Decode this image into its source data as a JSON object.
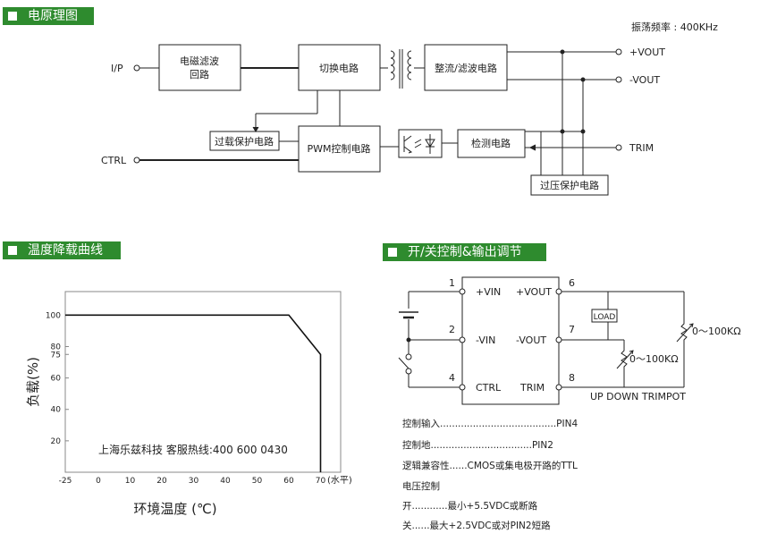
{
  "headers": {
    "schematic": "电原理图",
    "derating": "温度降载曲线",
    "control": "开/关控制&输出调节"
  },
  "schematic": {
    "freq": "振荡频率 : 400KHz",
    "ip": "I/P",
    "emi1": "电磁滤波",
    "emi2": "回路",
    "switch": "切换电路",
    "rectify": "整流/滤波电路",
    "vout_pos": "+VOUT",
    "vout_neg": "-VOUT",
    "trim": "TRIM",
    "overload": "过载保护电路",
    "pwm": "PWM控制电路",
    "detect": "检测电路",
    "ctrl": "CTRL",
    "ovp": "过压保护电路"
  },
  "chart_data": {
    "type": "line",
    "title": "",
    "xlabel": "环境温度 (℃)",
    "x_unit": "(水平)",
    "ylabel": "负载(%)",
    "x_ticks": [
      "-25",
      "0",
      "10",
      "20",
      "30",
      "40",
      "50",
      "60",
      "70"
    ],
    "y_ticks": [
      "20",
      "40",
      "60",
      "75",
      "80",
      "100"
    ],
    "xlim": [
      -25,
      75
    ],
    "ylim": [
      0,
      115
    ],
    "series": [
      {
        "x": [
          -25,
          60,
          70,
          70
        ],
        "y": [
          100,
          100,
          75,
          0
        ]
      }
    ],
    "annotation": "上海乐兹科技 客服热线:400 600 0430"
  },
  "control": {
    "pin1": "1",
    "pin2": "2",
    "pin4": "4",
    "pin6": "6",
    "pin7": "7",
    "pin8": "8",
    "vin_pos": "+VIN",
    "vin_neg": "-VIN",
    "ctrl": "CTRL",
    "vout_pos": "+VOUT",
    "vout_neg": "-VOUT",
    "trim": "TRIM",
    "load": "LOAD",
    "r1": "0～100KΩ",
    "r2": "0～100KΩ",
    "trimpot": "UP DOWN TRIMPOT",
    "lines": [
      "控制输入.......................................PIN4",
      "控制地..................................PIN2",
      "逻辑兼容性......CMOS或集电极开路的TTL",
      "电压控制",
      "开............最小+5.5VDC或断路",
      "关......最大+2.5VDC或对PIN2短路"
    ]
  }
}
